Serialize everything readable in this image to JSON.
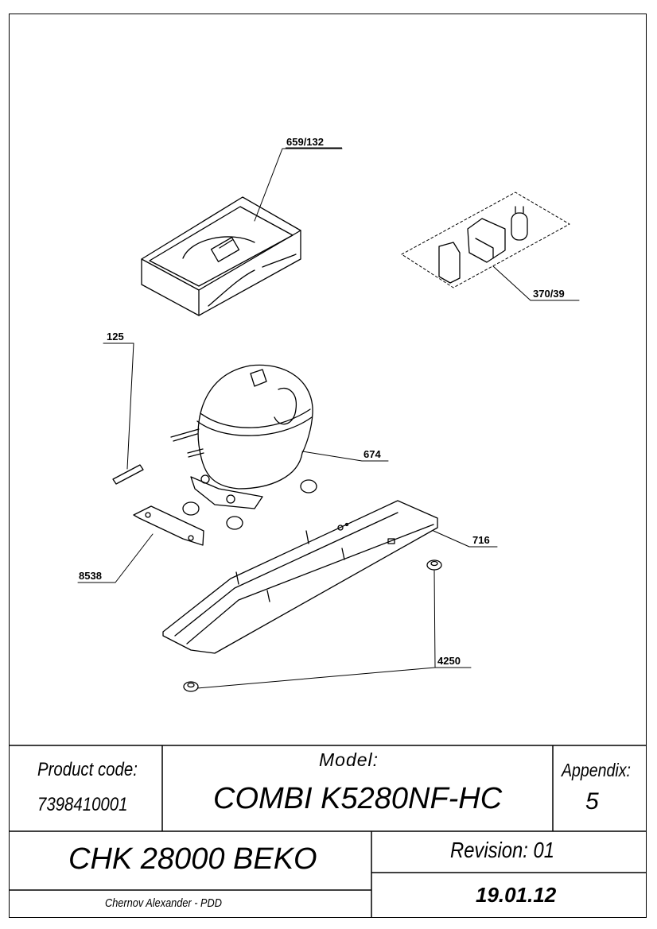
{
  "drawing": {
    "parts": [
      {
        "id": "p659",
        "label": "659/132"
      },
      {
        "id": "p370",
        "label": "370/39"
      },
      {
        "id": "p125",
        "label": "125"
      },
      {
        "id": "p674",
        "label": "674"
      },
      {
        "id": "p716",
        "label": "716"
      },
      {
        "id": "p8538",
        "label": "8538"
      },
      {
        "id": "p4250",
        "label": "4250"
      }
    ]
  },
  "title_block": {
    "product_code_label": "Product code:",
    "product_code_value": "7398410001",
    "model_label": "Model:",
    "model_value": "COMBI K5280NF-HC",
    "appendix_label": "Appendix:",
    "appendix_value": "5",
    "catalog_name": "CHK 28000 BEKO",
    "revision": "Revision: 01",
    "author": "Chernov Alexander - PDD",
    "date": "19.01.12"
  }
}
